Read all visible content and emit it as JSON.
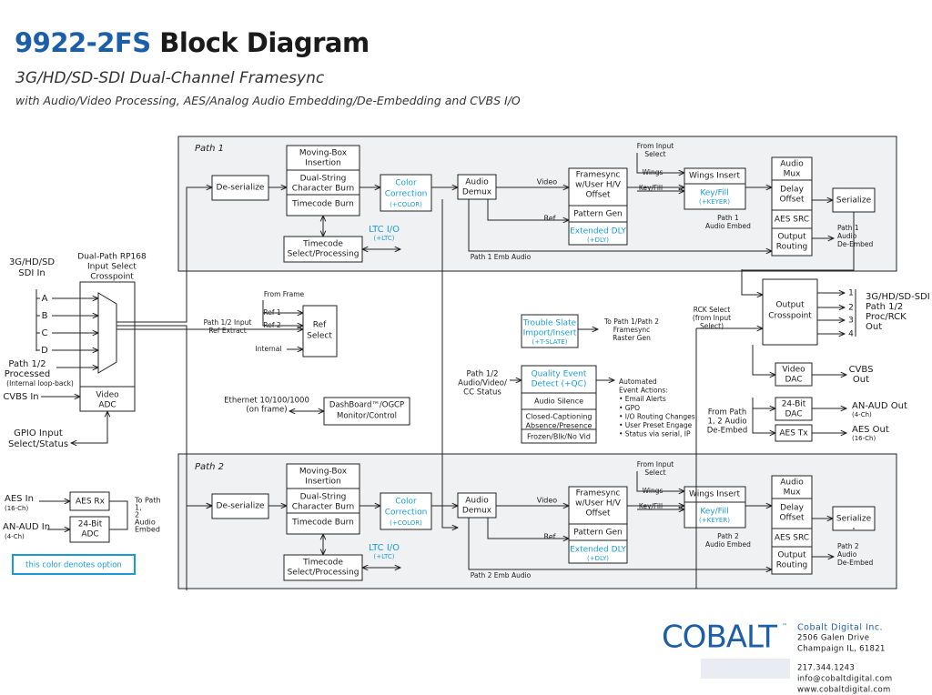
{
  "header": {
    "model": "9922-2FS",
    "title_rest": " Block Diagram",
    "subtitle": "3G/HD/SD-SDI Dual-Channel Framesync",
    "subtitle2": "with Audio/Video Processing, AES/Analog Audio Embedding/De-Embedding and CVBS I/O"
  },
  "colors": {
    "option": "#1a9bd7",
    "panel": "#f0f1f2",
    "line": "#222222",
    "brand": "#1c5ea8"
  },
  "inputs": {
    "sdi_in": [
      "3G/HD/SD",
      "SDI In"
    ],
    "ports": [
      "A",
      "B",
      "C",
      "D"
    ],
    "processed": [
      "Path 1/2",
      "Processed"
    ],
    "loopback": "(Internal loop-back)",
    "cvbs_in": "CVBS In",
    "gpio": [
      "GPIO Input",
      "Select/Status"
    ],
    "crosspoint_title": [
      "Dual-Path RP168",
      "Input Select",
      "Crosspoint"
    ],
    "video_adc": [
      "Video",
      "ADC"
    ]
  },
  "ref": {
    "from_frame": "From Frame",
    "ref1": "Ref 1",
    "ref2": "Ref 2",
    "internal": "Internal",
    "extract": [
      "Path 1/2 Input",
      "Ref Extract"
    ],
    "select": [
      "Ref",
      "Select"
    ]
  },
  "ethernet": {
    "label": [
      "Ethernet 10/100/1000",
      "(on frame)"
    ],
    "box": [
      "DashBoard™/OGCP",
      "Monitor/Control"
    ]
  },
  "audio_in": {
    "aes_in": "AES In",
    "aes_ch": "(16-Ch)",
    "an_in": "AN-AUD In",
    "an_ch": "(4-Ch)",
    "aes_rx": "AES Rx",
    "adc": [
      "24-Bit",
      "ADC"
    ],
    "to_path": [
      "To Path",
      "1,",
      "2",
      "Audio",
      "Embed"
    ],
    "legend": "this color denotes option"
  },
  "path1": {
    "label": "Path 1",
    "deser": "De-serialize",
    "movbox": [
      "Moving-Box",
      "Insertion"
    ],
    "dual_string": [
      "Dual-String",
      "Character Burn"
    ],
    "tc_burn": "Timecode Burn",
    "tc_sel": [
      "Timecode",
      "Select/Processing"
    ],
    "ltc": "LTC  I/O",
    "ltc_opt": "(+LTC)",
    "cc": [
      "Color",
      "Correction"
    ],
    "cc_opt": "(+COLOR)",
    "demux": [
      "Audio",
      "Demux"
    ],
    "video": "Video",
    "ref": "Ref",
    "fs": [
      "Framesync",
      "w/User H/V",
      "Offset"
    ],
    "pattern": "Pattern Gen",
    "ext_dly": "Extended DLY",
    "dly_opt": "(+DLY)",
    "from_input": [
      "From Input",
      "Select"
    ],
    "wings": "Wings",
    "keyfill": "Key/Fill",
    "wins": "Wings Insert",
    "keyfill_opt": "Key/Fill",
    "keyer_opt": "(+KEYER)",
    "audio_embed": [
      "Path 1",
      "Audio Embed"
    ],
    "mux": [
      "Audio",
      "Mux"
    ],
    "delay": [
      "Delay",
      "Offset"
    ],
    "aes_src": "AES SRC",
    "outrt": [
      "Output",
      "Routing"
    ],
    "serialize": "Serialize",
    "deembed": [
      "Path 1",
      "Audio",
      "De-Embed"
    ],
    "emb": "Path 1 Emb Audio"
  },
  "path2": {
    "label": "Path 2",
    "deser": "De-serialize",
    "movbox": [
      "Moving-Box",
      "Insertion"
    ],
    "dual_string": [
      "Dual-String",
      "Character Burn"
    ],
    "tc_burn": "Timecode Burn",
    "tc_sel": [
      "Timecode",
      "Select/Processing"
    ],
    "ltc": "LTC  I/O",
    "ltc_opt": "(+LTC)",
    "cc": [
      "Color",
      "Correction"
    ],
    "cc_opt": "(+COLOR)",
    "demux": [
      "Audio",
      "Demux"
    ],
    "video": "Video",
    "ref": "Ref",
    "fs": [
      "Framesync",
      "w/User H/V",
      "Offset"
    ],
    "pattern": "Pattern Gen",
    "ext_dly": "Extended DLY",
    "dly_opt": "(+DLY)",
    "from_input": [
      "From Input",
      "Select"
    ],
    "wings": "Wings",
    "keyfill": "Key/Fill",
    "wins": "Wings Insert",
    "keyfill_opt": "Key/Fill",
    "keyer_opt": "(+KEYER)",
    "audio_embed": [
      "Path 2",
      "Audio Embed"
    ],
    "mux": [
      "Audio",
      "Mux"
    ],
    "delay": [
      "Delay",
      "Offset"
    ],
    "aes_src": "AES SRC",
    "outrt": [
      "Output",
      "Routing"
    ],
    "serialize": "Serialize",
    "deembed": [
      "Path 2",
      "Audio",
      "De-Embed"
    ],
    "emb": "Path 2 Emb Audio"
  },
  "middle": {
    "trouble": [
      "Trouble Slate",
      "Import/Insert"
    ],
    "trouble_opt": "(+T-SLATE)",
    "to_path": [
      "To Path 1/Path 2",
      "Framesync",
      "Raster Gen"
    ],
    "status": [
      "Path 1/2",
      "Audio/Video/",
      "CC Status"
    ],
    "qed": [
      "Quality Event",
      "Detect (+QC)"
    ],
    "audio_silence": "Audio Silence",
    "cc_absence": [
      "Closed-Captioning",
      "Absence/Presence"
    ],
    "frozen": "Frozen/Blk/No Vid",
    "events": [
      "Automated",
      "Event Actions:",
      "• Email Alerts",
      "• GPO",
      "• I/O Routing Changes",
      "• User Preset Engage",
      "• Status via serial, IP"
    ]
  },
  "output": {
    "rck": [
      "RCK Select",
      "(from Input",
      "Select)"
    ],
    "xpt": [
      "Output",
      "Crosspoint"
    ],
    "ports": [
      "1",
      "2",
      "3",
      "4"
    ],
    "sdi_out": [
      "3G/HD/SD-SDI",
      "Path 1/2",
      "Proc/RCK",
      "Out"
    ],
    "vdac": [
      "Video",
      "DAC"
    ],
    "cvbs": [
      "CVBS",
      "Out"
    ],
    "from_path": [
      "From Path",
      "1, 2 Audio",
      "De-Embed"
    ],
    "dac": [
      "24-Bit",
      "DAC"
    ],
    "an_out": "AN-AUD Out",
    "an_ch": "(4-Ch)",
    "aes_tx": "AES Tx",
    "aes_out": "AES Out",
    "aes_ch": "(16-Ch)"
  },
  "company": {
    "logo": "COBALT",
    "name": "Cobalt Digital Inc.",
    "street": "2506 Galen Drive",
    "city": "Champaign IL, 61821",
    "phone": "217.344.1243",
    "email": "info@cobaltdigital.com",
    "web": "www.cobaltdigital.com"
  }
}
